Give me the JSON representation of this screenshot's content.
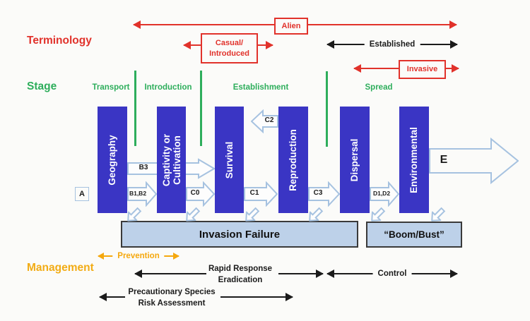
{
  "colors": {
    "red": "#E1322B",
    "green": "#2EAE5C",
    "gold": "#F2AC15",
    "bar_blue": "#3A35C4",
    "outcome_fill": "#BDD1E9",
    "block_arrow_outline": "#A6C2E0"
  },
  "terminology": {
    "section_label": "Terminology",
    "alien_label": "Alien",
    "casual_label": "Casual/\nIntroduced",
    "established_label": "Established",
    "invasive_label": "Invasive"
  },
  "stage": {
    "section_label": "Stage",
    "transport": "Transport",
    "introduction": "Introduction",
    "establishment": "Establishment",
    "spread": "Spread"
  },
  "bars": [
    {
      "label": "Geography"
    },
    {
      "label": "Captivity or\nCultivation"
    },
    {
      "label": "Survival"
    },
    {
      "label": "Reproduction"
    },
    {
      "label": "Dispersal"
    },
    {
      "label": "Environmental"
    }
  ],
  "transitions": {
    "a": "A",
    "b12": "B1,B2",
    "b3": "B3",
    "c0": "C0",
    "c1": "C1",
    "c2": "C2",
    "c3": "C3",
    "d12": "D1,D2",
    "e": "E"
  },
  "outcomes": {
    "invasion_failure": "Invasion Failure",
    "boom_bust": "“Boom/Bust”"
  },
  "management": {
    "section_label": "Management",
    "prevention": "Prevention",
    "rapid_response": "Rapid Response\nEradication",
    "control": "Control",
    "precautionary": "Precautionary Species\nRisk Assessment"
  }
}
